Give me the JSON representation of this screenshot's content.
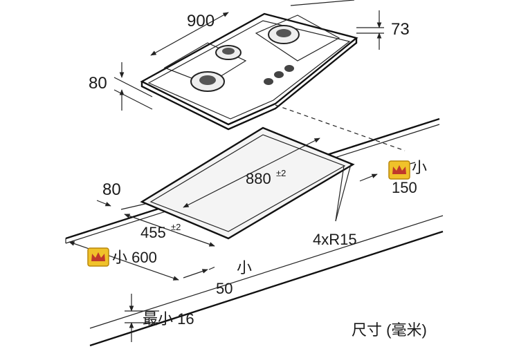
{
  "dimensions": {
    "hob_width": "900",
    "hob_depth": "73",
    "hob_height": "80",
    "side_clearance": "80",
    "cutout_width": "880",
    "cutout_width_tol": "±2",
    "cutout_depth": "455",
    "cutout_depth_tol": "±2",
    "corner_radius": "4xR15",
    "min_rear_label": "小",
    "min_rear_value": "150",
    "min_front_label": "小 600",
    "min_50_label": "小",
    "min_50_value": "50",
    "min_thickness": "最小 16"
  },
  "footer": {
    "units": "尺寸 (毫米)"
  },
  "icons": {
    "badge": "crown-badge-icon"
  }
}
